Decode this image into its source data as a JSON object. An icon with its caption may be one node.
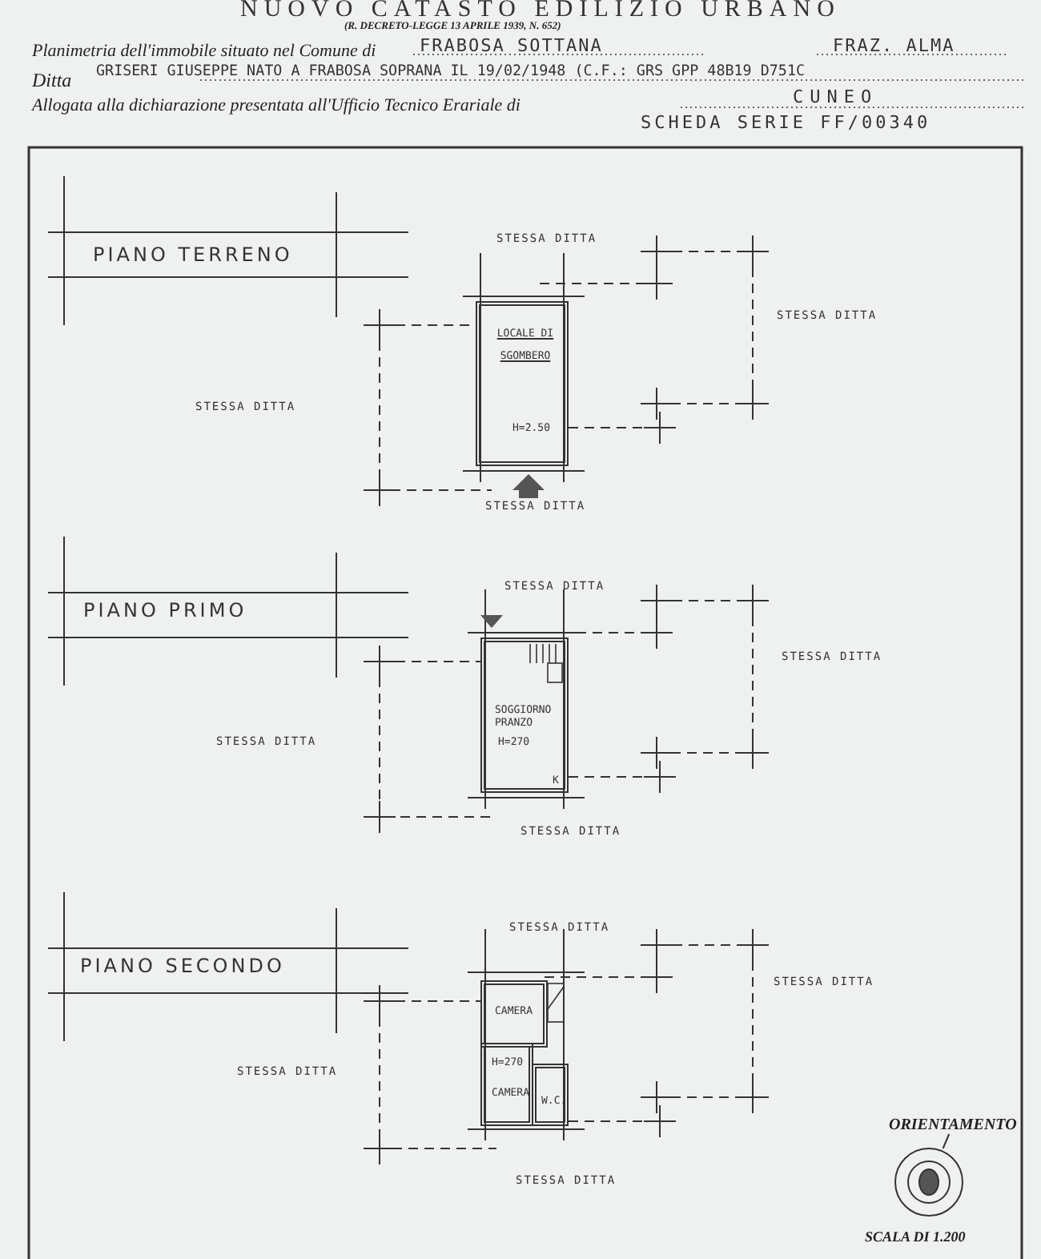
{
  "diagram": {
    "title": "NUOVO CATASTO EDILIZIO URBANO",
    "nodes": [
      {
        "text": [
          "LOCALE DI SGOMBERO",
          "H=2.50"
        ]
      },
      {
        "text": [
          "SOGGIORNO PRANZO",
          "H=270",
          "K"
        ]
      },
      {
        "text": [
          "CAMERA"
        ]
      },
      {
        "text": [
          "H=270",
          "CAMERA"
        ]
      },
      {
        "text": [
          "W.C."
        ]
      },
      {
        "text": [
          "ORIENTAMENTO"
        ]
      },
      {
        "text": [],
        "shape": "picture"
      }
    ],
    "edges": [
      {
        "from": 5,
        "to": 6,
        "arrow": "none"
      }
    ],
    "labels": [
      "(R. DECRETO-LEGGE 13 APRILE 1939, N. 652)",
      "Planimetria dell'immobile situato nel Comune di",
      "FRABOSA SOTTANA",
      "FRAZ. ALMA",
      "Ditta",
      "GRISERI GIUSEPPE NATO A FRABOSA SOPRANA IL 19/02/1948 (C.F.: GRS GPP 48B19 D751C",
      "Allogata alla dichiarazione presentata all'Ufficio Tecnico Erariale di",
      "CUNEO",
      "SCHEDA SERIE FF/00340",
      "PIANO TERRENO",
      "STESSA DITTA",
      "STESSA DITTA",
      "STESSA DITTA",
      "STESSA DITTA",
      "PIANO PRIMO",
      "STESSA DITTA",
      "STESSA DITTA",
      "STESSA DITTA",
      "STESSA DITTA",
      "PIANO SECONDO",
      "STESSA DITTA",
      "STESSA DITTA",
      "STESSA DITTA",
      "STESSA DITTA",
      "SCALA DI 1.200"
    ]
  }
}
